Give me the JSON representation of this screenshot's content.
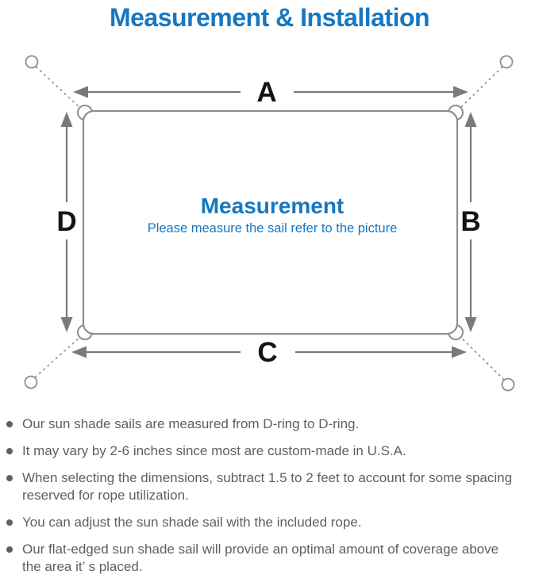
{
  "title": "Measurement & Installation",
  "colors": {
    "blue": "#1777c0",
    "arrow_gray": "#7a7a7a",
    "line_gray": "#8f8f8f",
    "text_gray": "#5f5f5f",
    "label_black": "#141414"
  },
  "diagram": {
    "side_labels": {
      "top": "A",
      "right": "B",
      "bottom": "C",
      "left": "D"
    },
    "center_heading": "Measurement",
    "center_caption": "Please measure the sail refer to the picture"
  },
  "notes": [
    {
      "text": "Our sun shade sails are measured from D-ring to D-ring."
    },
    {
      "text": "It may vary by 2-6 inches since most are custom-made in U.S.A."
    },
    {
      "text": "When selecting the dimensions, subtract 1.5 to 2 feet to account for some spacing\nreserved for rope utilization."
    },
    {
      "text": "You can adjust the sun shade sail with the included rope."
    },
    {
      "text": "Our flat-edged sun shade sail will provide an optimal amount of coverage above\nthe area it’ s placed."
    }
  ]
}
